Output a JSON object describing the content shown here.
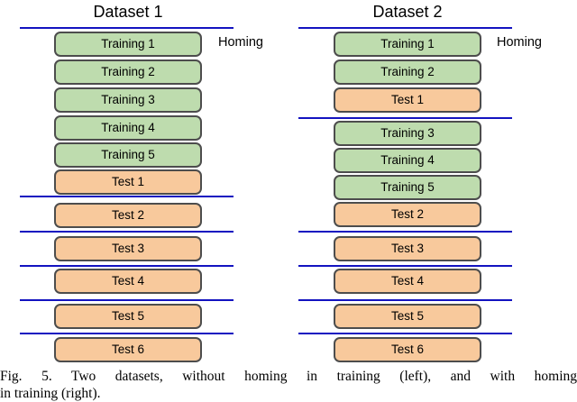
{
  "figure": {
    "datasets": [
      {
        "title": "Dataset 1",
        "homing_label": "Homing",
        "boxes": [
          {
            "label": "Training 1",
            "kind": "training"
          },
          {
            "label": "Training 2",
            "kind": "training"
          },
          {
            "label": "Training 3",
            "kind": "training"
          },
          {
            "label": "Training 4",
            "kind": "training"
          },
          {
            "label": "Training 5",
            "kind": "training"
          },
          {
            "label": "Test 1",
            "kind": "test"
          },
          {
            "label": "Test 2",
            "kind": "test"
          },
          {
            "label": "Test 3",
            "kind": "test"
          },
          {
            "label": "Test 4",
            "kind": "test"
          },
          {
            "label": "Test 5",
            "kind": "test"
          },
          {
            "label": "Test 6",
            "kind": "test"
          }
        ]
      },
      {
        "title": "Dataset 2",
        "homing_label": "Homing",
        "boxes": [
          {
            "label": "Training 1",
            "kind": "training"
          },
          {
            "label": "Training 2",
            "kind": "training"
          },
          {
            "label": "Test 1",
            "kind": "test"
          },
          {
            "label": "Training 3",
            "kind": "training"
          },
          {
            "label": "Training 4",
            "kind": "training"
          },
          {
            "label": "Training 5",
            "kind": "training"
          },
          {
            "label": "Test 2",
            "kind": "test"
          },
          {
            "label": "Test 3",
            "kind": "test"
          },
          {
            "label": "Test 4",
            "kind": "test"
          },
          {
            "label": "Test 5",
            "kind": "test"
          },
          {
            "label": "Test 6",
            "kind": "test"
          }
        ]
      }
    ],
    "caption": {
      "line1": "Fig. 5. Two datasets, without homing in training (left), and with homing",
      "line2": "in training (right)."
    },
    "colors": {
      "training_fill": "#bedcae",
      "test_fill": "#f8c99c",
      "divider_line": "#1313c0",
      "box_border": "#4d4d4d",
      "text": "#000000"
    }
  }
}
